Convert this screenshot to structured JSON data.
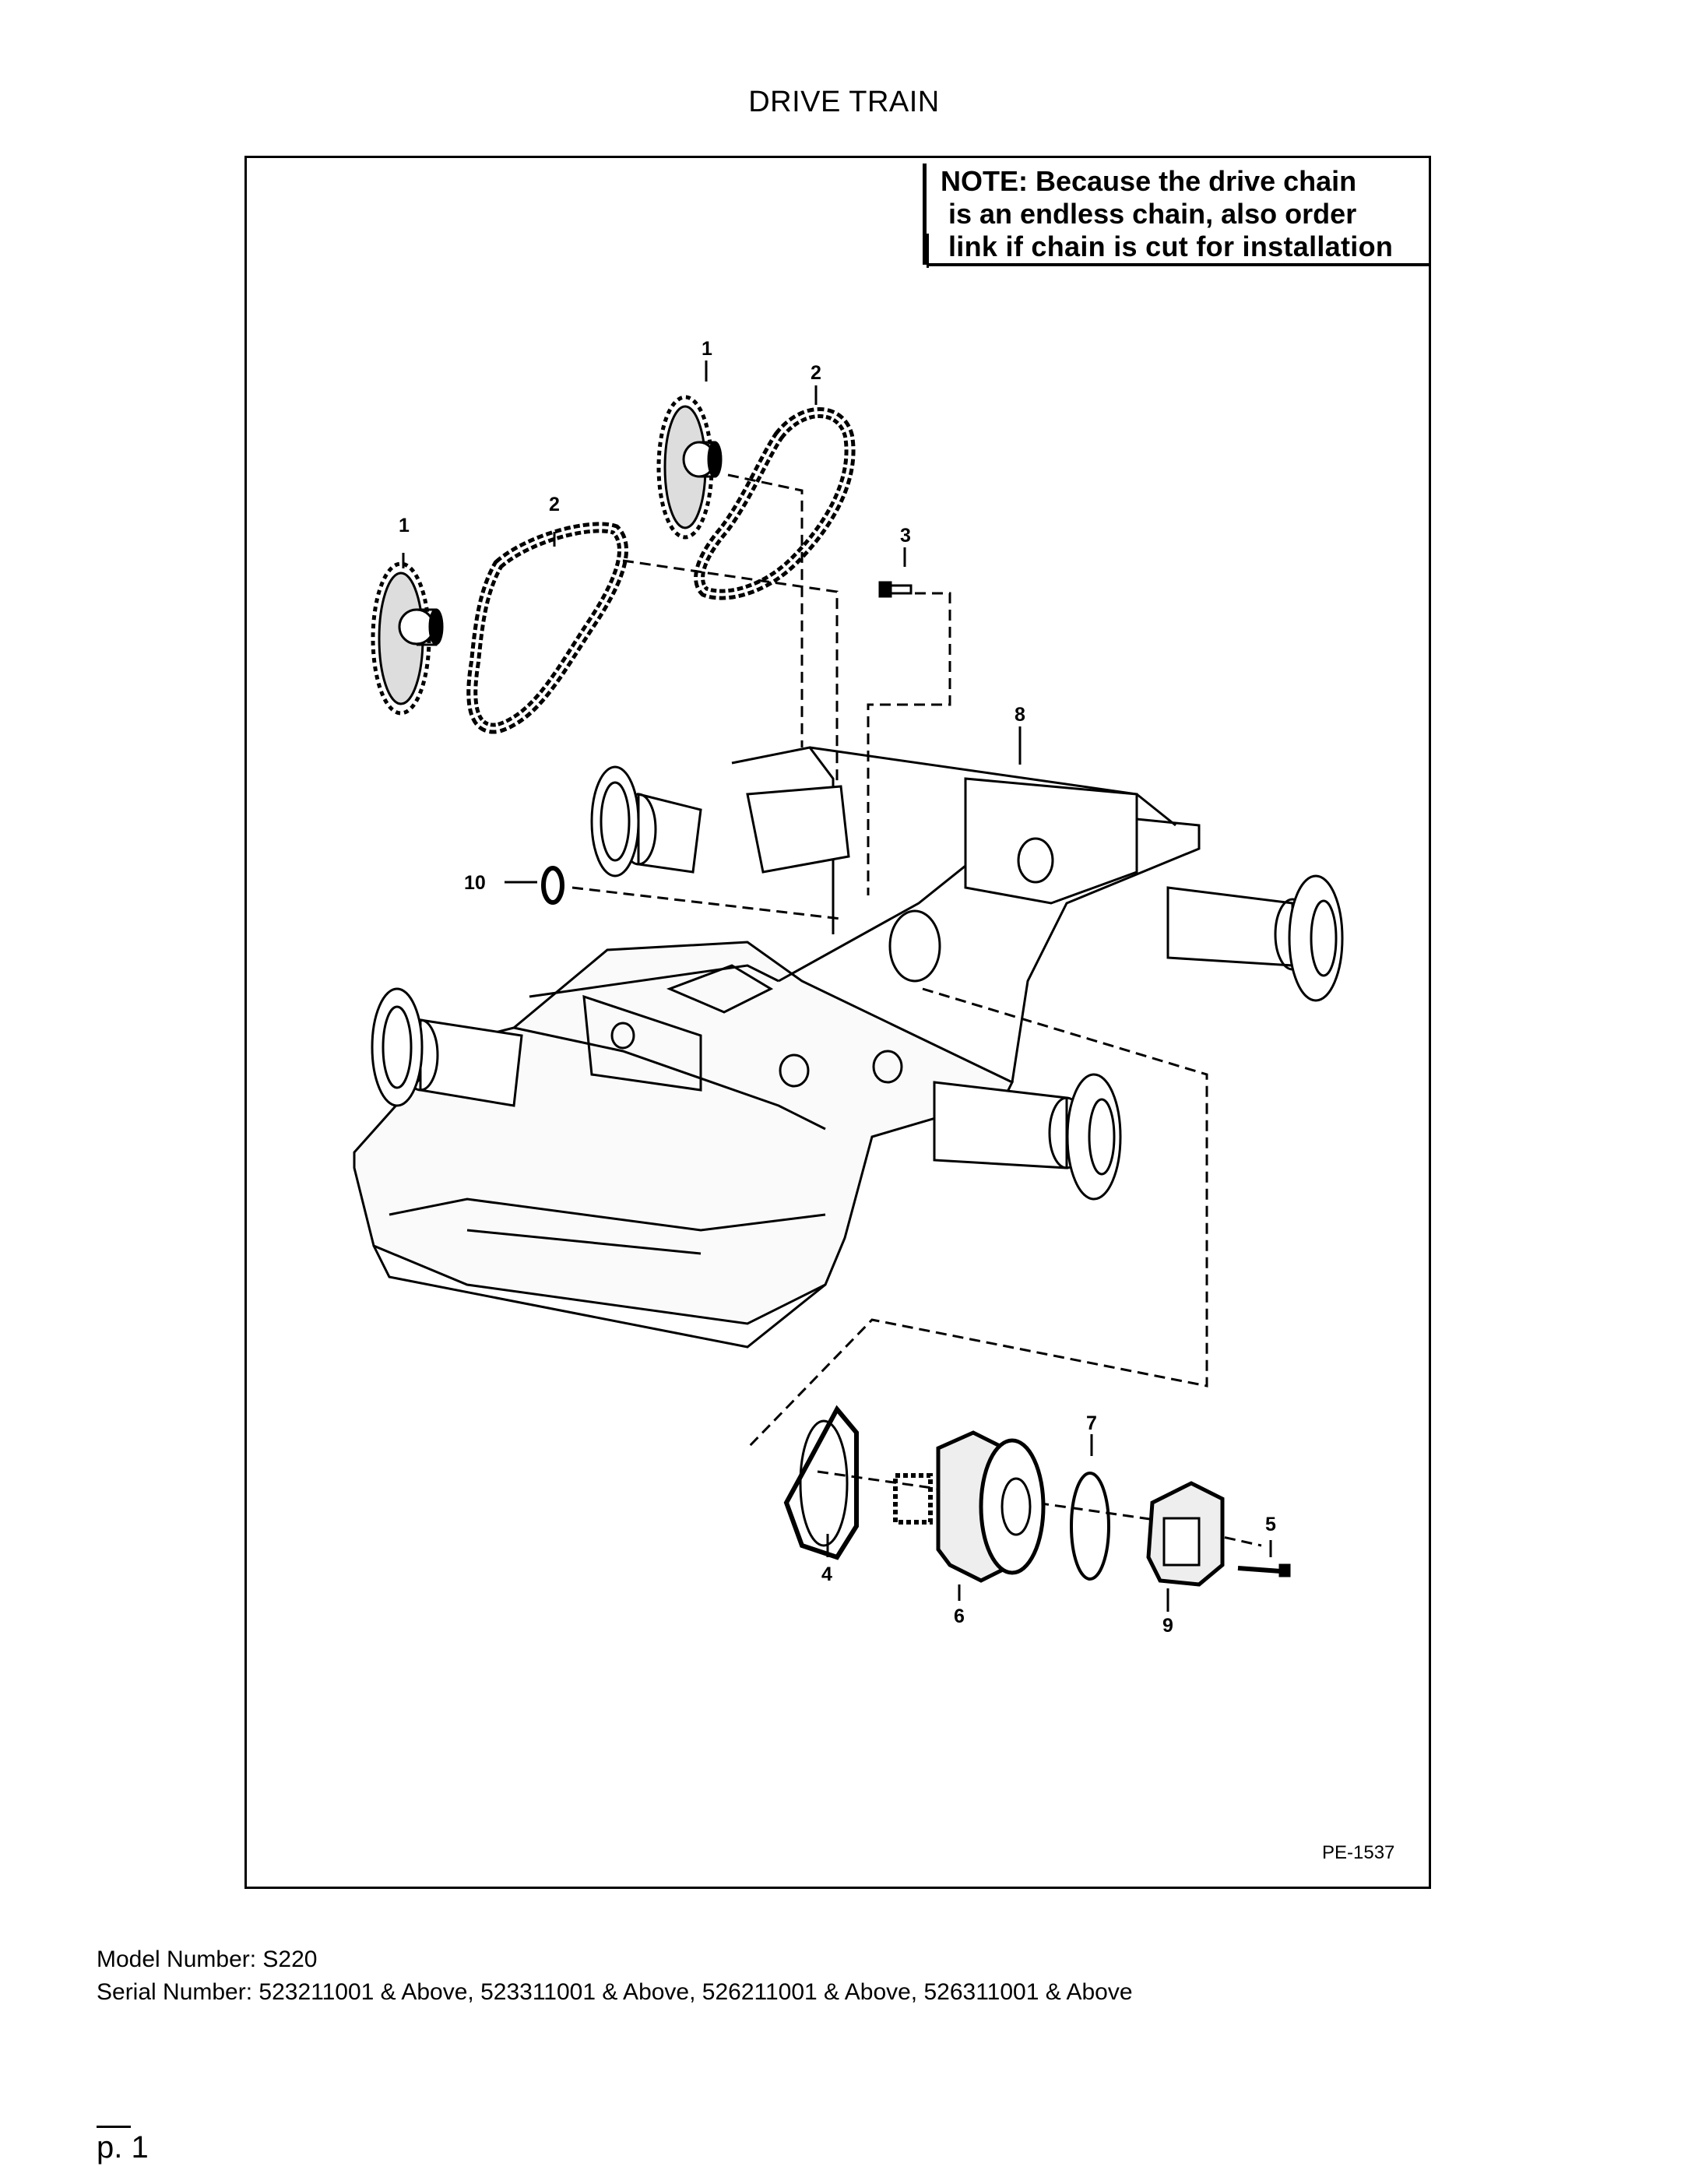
{
  "title": "DRIVE TRAIN",
  "note": {
    "line1": "NOTE: Because the drive chain",
    "line2": "is an endless chain, also order",
    "line3": "link if chain is cut for installation"
  },
  "figure_code": "PE-1537",
  "callouts": {
    "sprocket_left": "1",
    "sprocket_right": "1",
    "chain_left": "2",
    "chain_right": "2",
    "bolt": "3",
    "gasket": "4",
    "pin_bolt": "5",
    "motor": "6",
    "oring": "7",
    "chaincase": "8",
    "brake_valve": "9",
    "washer": "10"
  },
  "footer": {
    "model": "Model Number: S220",
    "serial": "Serial Number: 523211001 & Above, 523311001 & Above, 526211001 & Above, 526311001 & Above"
  },
  "page": "p. 1"
}
